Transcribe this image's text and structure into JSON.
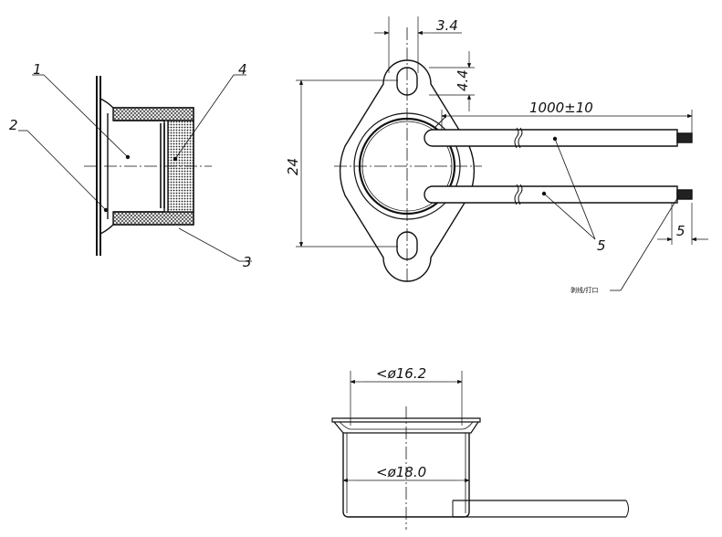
{
  "side_view": {
    "callouts": [
      "1",
      "2",
      "3",
      "4"
    ]
  },
  "top_view": {
    "dim_hole_pitch_x": "3.4",
    "dim_hole_height": "4.4",
    "dim_height": "24",
    "dim_lead_length": "1000±10",
    "dim_strip_length": "5",
    "callout_lead": "5",
    "note_strip": "剥线/打口"
  },
  "bottom_view": {
    "dim_flange_diameter": "<ø16.2",
    "dim_body_diameter": "<ø18.0"
  },
  "colors": {
    "line": "#111111",
    "hatch": "#333333"
  }
}
